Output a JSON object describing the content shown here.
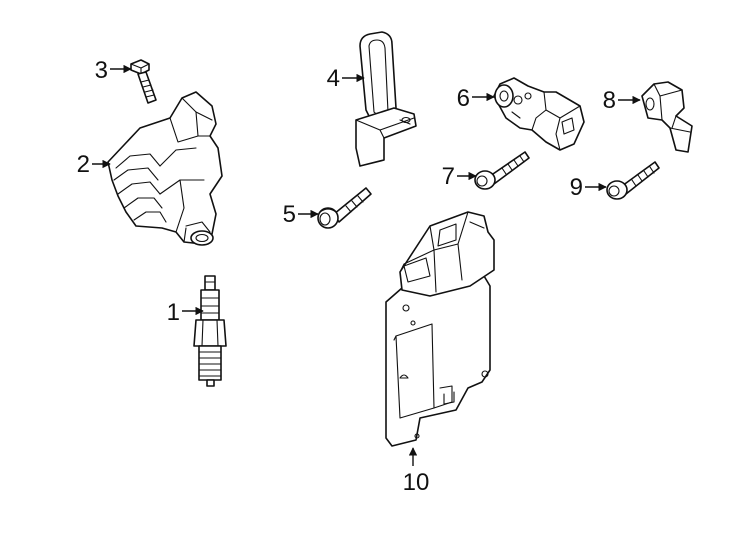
{
  "callouts": [
    {
      "number": "1",
      "part": "spark-plug"
    },
    {
      "number": "2",
      "part": "ignition-coil"
    },
    {
      "number": "3",
      "part": "coil-bolt"
    },
    {
      "number": "4",
      "part": "air-flow-sensor"
    },
    {
      "number": "5",
      "part": "sensor-bolt"
    },
    {
      "number": "6",
      "part": "crankshaft-position-sensor"
    },
    {
      "number": "7",
      "part": "crank-sensor-bolt"
    },
    {
      "number": "8",
      "part": "camshaft-position-sensor"
    },
    {
      "number": "9",
      "part": "cam-sensor-bolt"
    },
    {
      "number": "10",
      "part": "engine-control-module"
    }
  ],
  "colors": {
    "line": "#111111",
    "background": "#ffffff"
  }
}
